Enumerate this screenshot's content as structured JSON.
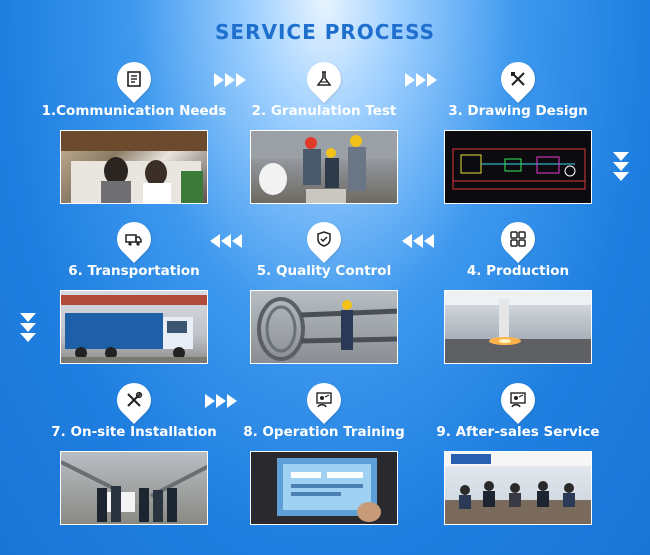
{
  "title": "SERVICE PROCESS",
  "colors": {
    "accent": "#1f6fce",
    "label": "#ffffff"
  },
  "steps": [
    {
      "label": "1.Communication Needs",
      "icon": "checklist-icon"
    },
    {
      "label": "2. Granulation Test",
      "icon": "flask-icon"
    },
    {
      "label": "3. Drawing Design",
      "icon": "ruler-pencil-icon"
    },
    {
      "label": "4. Production",
      "icon": "grid-icon"
    },
    {
      "label": "5. Quality Control",
      "icon": "shield-check-icon"
    },
    {
      "label": "6. Transportation",
      "icon": "truck-icon"
    },
    {
      "label": "7. On-site Installation",
      "icon": "wrench-icon"
    },
    {
      "label": "8. Operation Training",
      "icon": "trainer-icon"
    },
    {
      "label": "9. After-sales Service",
      "icon": "support-icon"
    }
  ]
}
